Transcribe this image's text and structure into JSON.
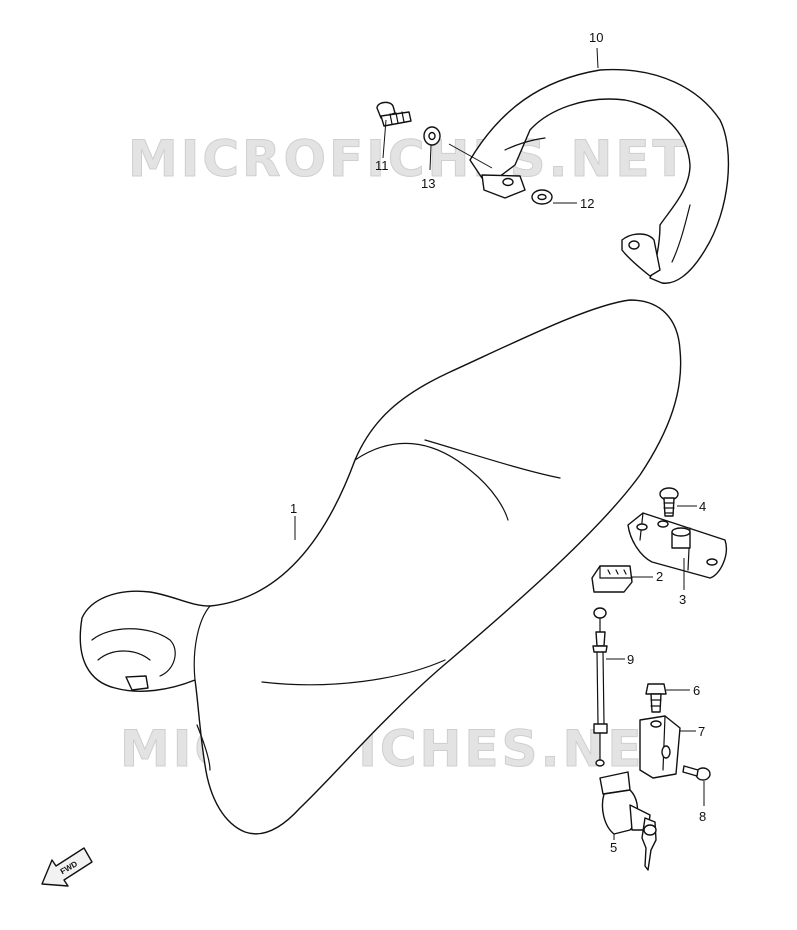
{
  "watermark": {
    "text": "MICROFICHES.NET"
  },
  "callouts": [
    {
      "id": "1",
      "label": "1"
    },
    {
      "id": "2",
      "label": "2"
    },
    {
      "id": "3",
      "label": "3"
    },
    {
      "id": "4",
      "label": "4"
    },
    {
      "id": "5",
      "label": "5"
    },
    {
      "id": "6",
      "label": "6"
    },
    {
      "id": "7",
      "label": "7"
    },
    {
      "id": "8",
      "label": "8"
    },
    {
      "id": "9",
      "label": "9"
    },
    {
      "id": "10",
      "label": "10"
    },
    {
      "id": "11",
      "label": "11"
    },
    {
      "id": "12",
      "label": "12"
    },
    {
      "id": "13",
      "label": "13"
    }
  ],
  "direction_marker": {
    "label": "FWD"
  }
}
